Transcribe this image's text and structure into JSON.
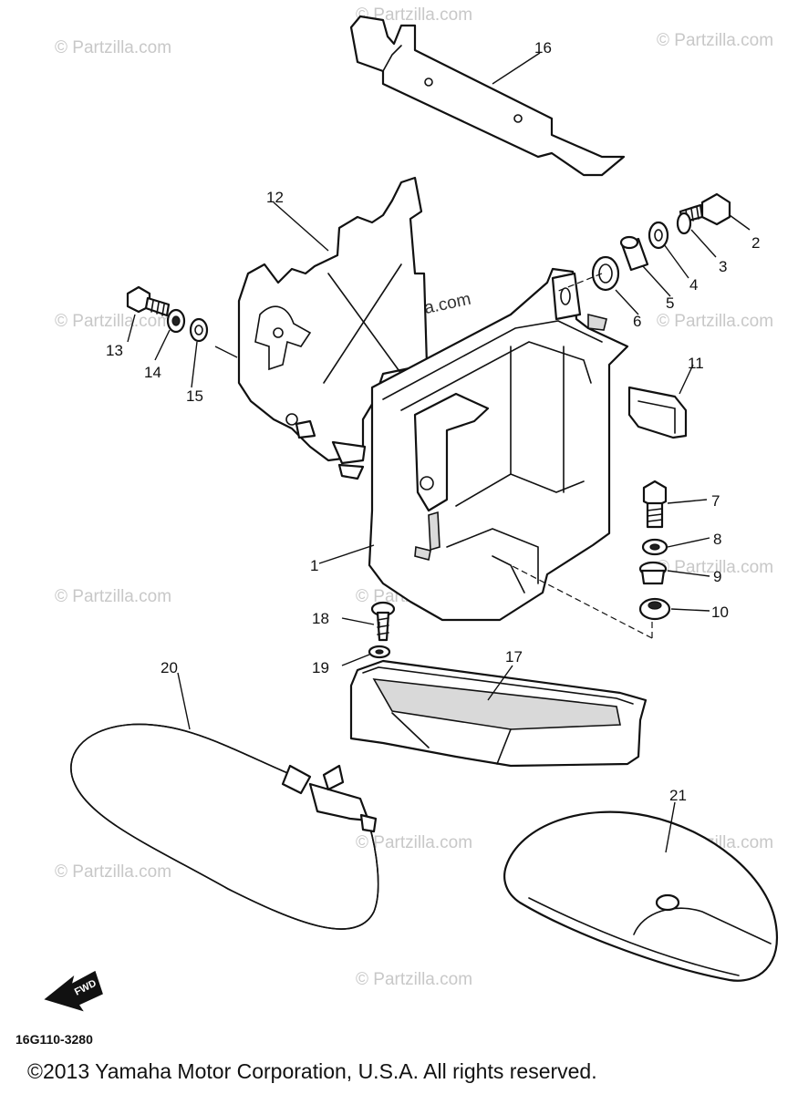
{
  "diagram": {
    "callouts": [
      "1",
      "2",
      "3",
      "4",
      "5",
      "6",
      "7",
      "8",
      "9",
      "10",
      "11",
      "12",
      "13",
      "14",
      "15",
      "16",
      "17",
      "18",
      "19",
      "20",
      "21"
    ],
    "watermarks": [
      "© Partzilla.com",
      "© Partzilla.com",
      "© Partzilla.com",
      "© Partzilla.com",
      "© Partzilla.com",
      "© Partzilla.com",
      "© Partzilla.com",
      "© Partzilla.com",
      "© Partzilla.com",
      "© Partzilla.com",
      "© Partzilla.com",
      "© Partzilla.com"
    ],
    "center_watermark": "© Partzilla.com",
    "fwd_label": "FWD",
    "code": "16G110-3280",
    "copyright": "©2013 Yamaha Motor Corporation, U.S.A. All rights reserved."
  }
}
